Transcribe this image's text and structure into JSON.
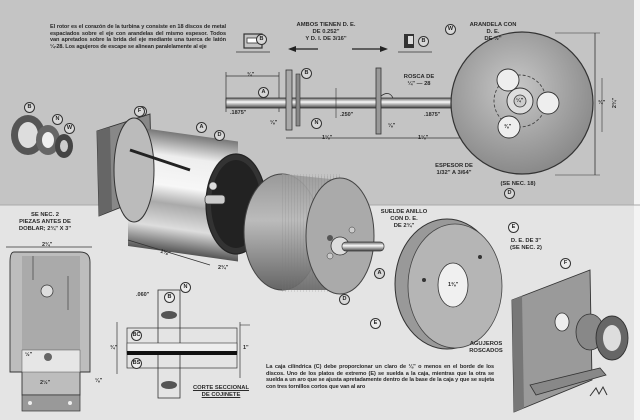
{
  "intro_paragraph": "El rotor es el corazón de la turbina y consiste en 18 discos de metal espaciados sobre el eje con arandelas del mismo espesor. Todos van apretados sobre la brida del eje mediante una tuerca de latón ¼-28. Los agujeros de escape se alinean paralelamente al eje",
  "shaft_note": {
    "line1": "AMBOS TIENEN D. E.",
    "line2": "DE 0.252\"",
    "line3": "Y D. I. DE 3/16\""
  },
  "washer_label": {
    "line1": "ARANDELA CON",
    "line2": "D. E.",
    "line3": "DE ½\""
  },
  "thread_label": {
    "line1": "ROSCA DE",
    "line2": "¼\" — 28"
  },
  "thickness_label": {
    "line1": "ESPESOR DE",
    "line2": "1/32\" A 3/64\""
  },
  "disc_note": "(SE NEC. 18)",
  "bracket_note": {
    "line1": "SE NEC. 2",
    "line2": "PIEZAS ANTES DE",
    "line3": "DOBLAR; 2¾\" x 3\""
  },
  "ring_label": {
    "line1": "SUELDE ANILLO",
    "line2": "CON D. E.",
    "line3": "DE 2¾\""
  },
  "end_plate_label": {
    "line1": "D. E. DE 3\"",
    "line2": "(SE NEC. 2)"
  },
  "tapped_holes_label": {
    "line1": "AGUJEROS",
    "line2": "ROSCADOS"
  },
  "section_caption": {
    "line1": "CORTE SECCIONAL",
    "line2": "DE COJINETE"
  },
  "bottom_paragraph": "La caja cilíndrica (C) debe proporcionar un claro de ⅛\" o menos en el borde de los discos. Uno de los platos de extremo (E) se suelda a la caja, mientras que la otra se suelda a un aro que se ajusta apretadamente dentro de la base de la caja y que se sujeta con tres tornillos cortos que van al aro",
  "dimensions": {
    "shaft_left": "¾\"",
    "shaft_od_left": ".1875\"",
    "shaft_mid_small": "⅛\"",
    "shaft_mid": ".250\"",
    "shaft_right": ".1875\"",
    "shaft_span_left": "1⅛\"",
    "shaft_span_right": "1⅛\"",
    "shaft_collar": "⅛\"",
    "disc_dia": "2¾\"",
    "disc_hub": "¾\"",
    "disc_center": "¼\"",
    "disc_holes": "⅜\"",
    "casing_len": "1⅛\"",
    "casing_dia": "2¾\"",
    "bracket_width": "2¾\"",
    "bracket_base": "2½\"",
    "bracket_lip": "⅛\"",
    "bracket_hole": "½\"",
    "section_top": ".060\"",
    "section_height": "¾\"",
    "section_right": "1\"",
    "ring_inner": "1⅜\""
  },
  "callouts": {
    "shaft": "A",
    "bearing": "B",
    "casing": "C",
    "disc": "D",
    "end_plate": "E",
    "washer": "W",
    "nut": "N",
    "bracket": "F",
    "bearing_cap": "BC",
    "bearing_seal": "BS"
  },
  "colors": {
    "paper_top": "#c4c4c4",
    "paper_bottom": "#e4e4e4",
    "ink": "#2a2a2a",
    "metal_light": "#e8e8e8",
    "metal_dark": "#555555"
  }
}
